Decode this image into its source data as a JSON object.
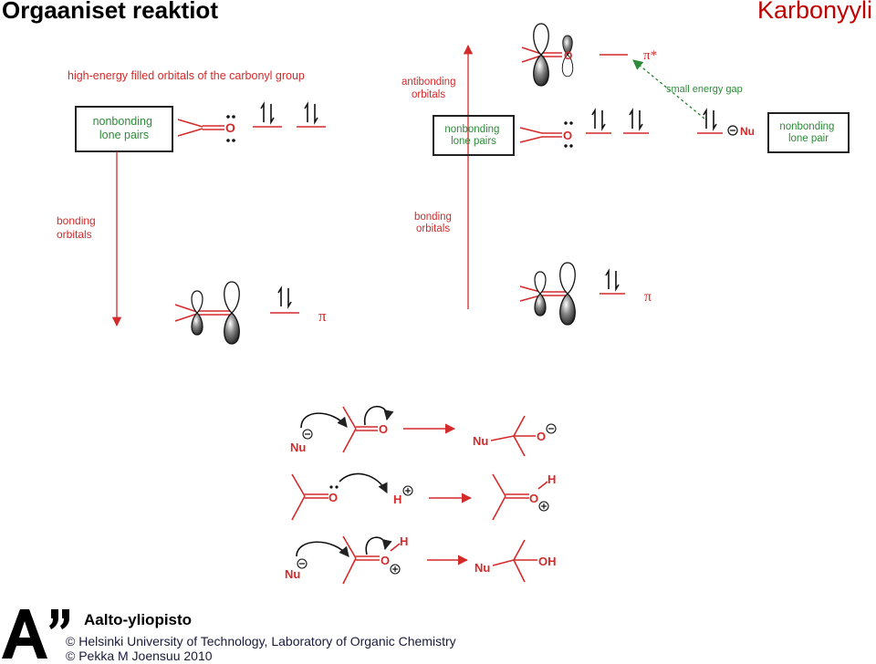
{
  "header": {
    "title": "Orgaaniset reaktiot",
    "subtitle": "Karbonyyli"
  },
  "left_diagram": {
    "heading": "high-energy filled orbitals of the carbonyl group",
    "box_label": "nonbonding\nlone pairs",
    "axis_label": "bonding\norbitals",
    "pi_label": "π"
  },
  "right_diagram": {
    "antibonding_label": "antibonding\norbitals",
    "box_label": "nonbonding\nlone pairs",
    "bonding_label": "bonding\norbitals",
    "pi_star_label": "π*",
    "pi_label": "π",
    "gap_label": "small energy gap",
    "nu_label": "Nu",
    "nu_box_label": "nonbonding\nlone pair"
  },
  "mechanisms": {
    "atoms": {
      "O": "O",
      "Nu": "Nu",
      "H": "H",
      "OH": "OH"
    },
    "charges": {
      "minus": "−",
      "plus": "+"
    }
  },
  "footer": {
    "university": "Aalto-yliopisto",
    "copyright_1": "© Helsinki University of Technology, Laboratory of Organic Chemistry",
    "copyright_2": "© Pekka M Joensuu 2010"
  },
  "colors": {
    "red": "#d42a2a",
    "green": "#2e8b3a",
    "dark": "#222222"
  },
  "icons": [
    "aalto-logo-icon",
    "p-orbital-icon",
    "electron-pair-icon",
    "curved-arrow-icon"
  ]
}
